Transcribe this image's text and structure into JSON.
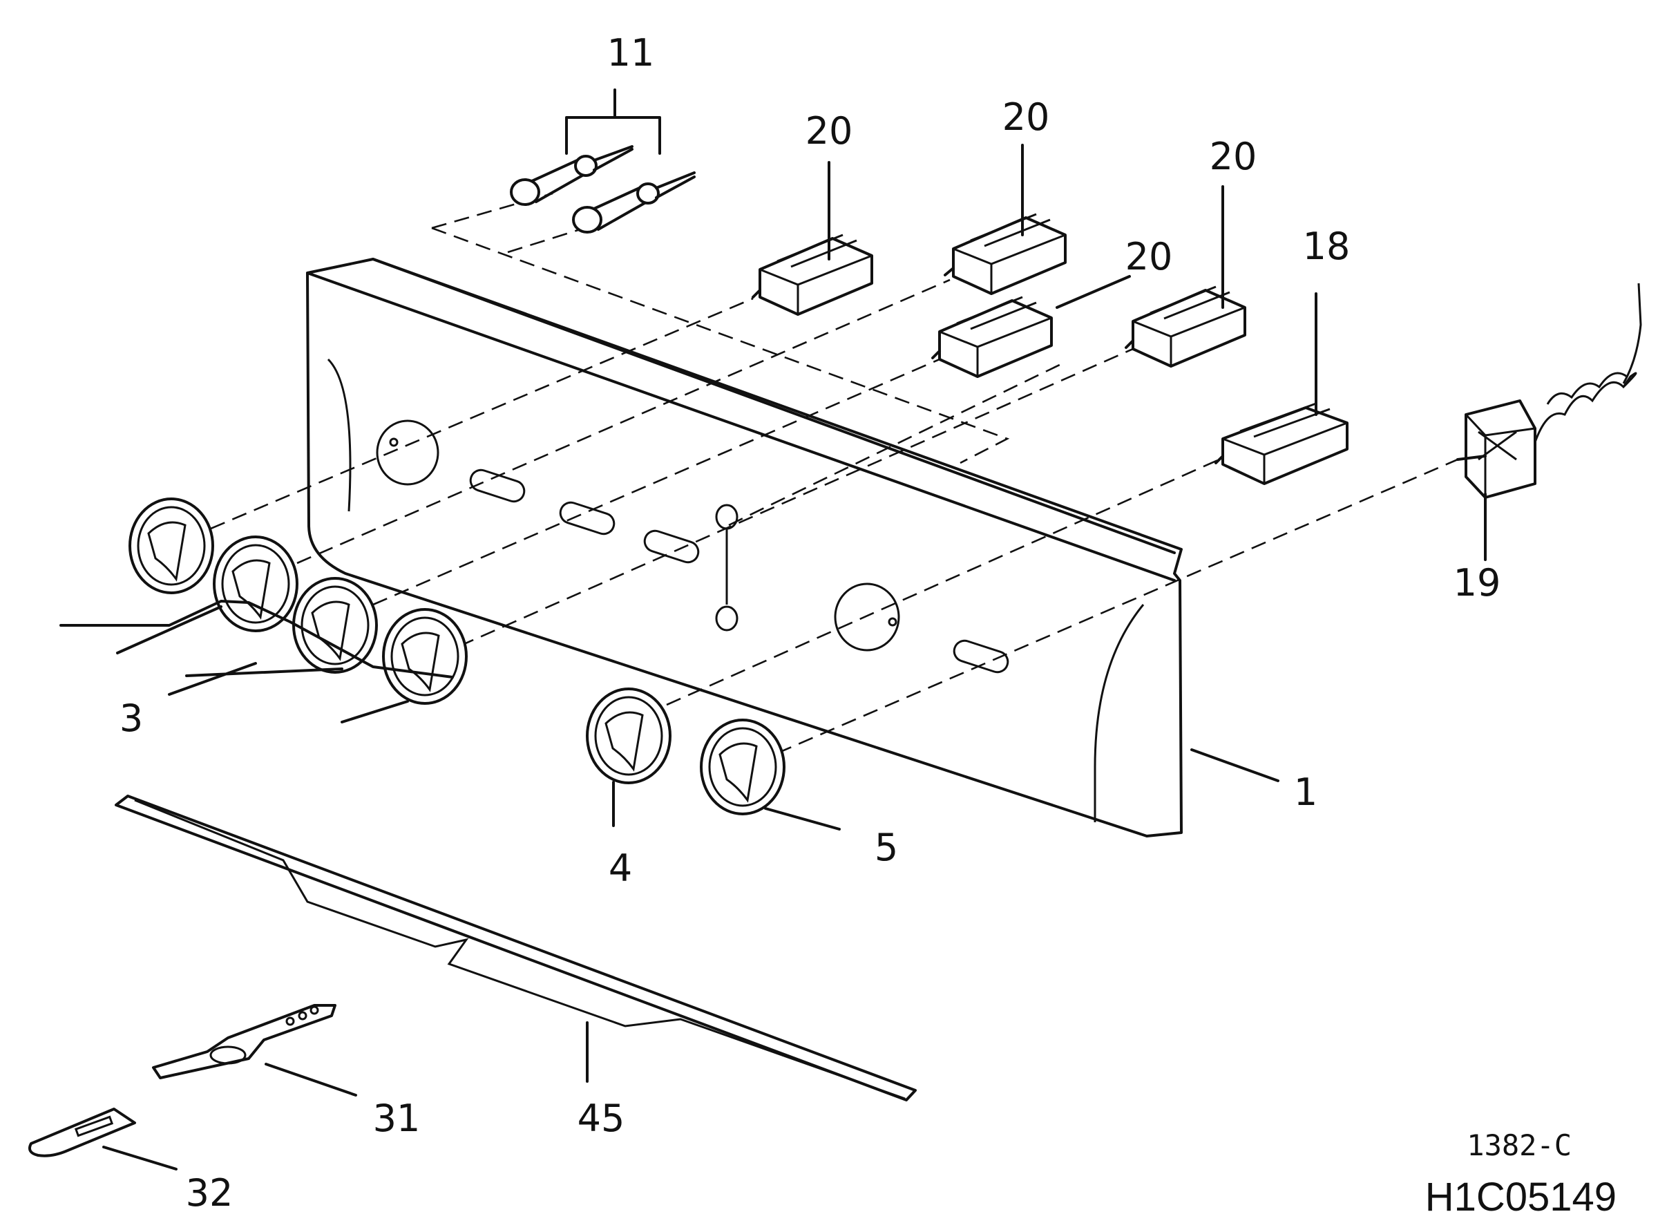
{
  "callouts": {
    "c11": "11",
    "c20a": "20",
    "c20b": "20",
    "c20c": "20",
    "c20d": "20",
    "c18": "18",
    "c19": "19",
    "c3": "3",
    "c4": "4",
    "c5": "5",
    "c1": "1",
    "c45": "45",
    "c31": "31",
    "c32": "32"
  },
  "codes": {
    "revision": "1382-C",
    "drawing_number": "H1C05149"
  }
}
